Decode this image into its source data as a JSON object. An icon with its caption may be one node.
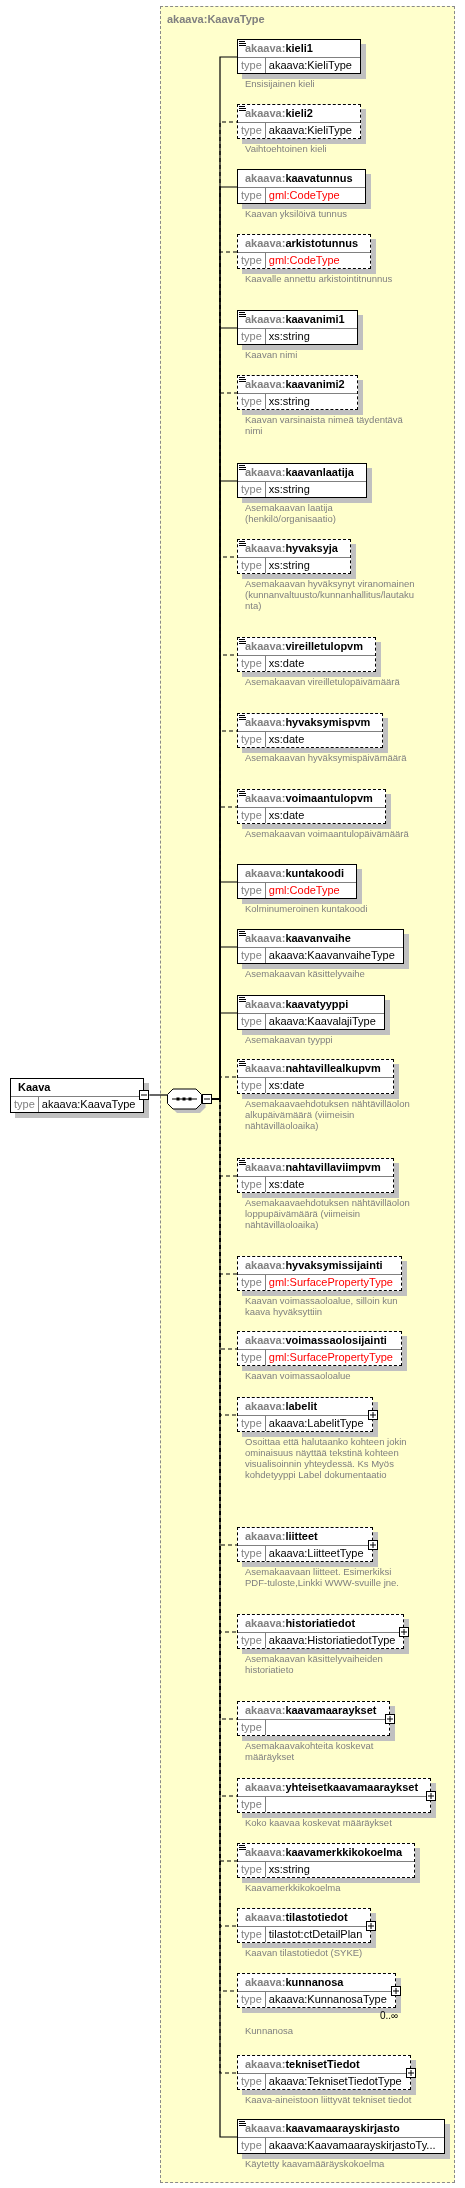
{
  "diagram": {
    "nodes": [
      {
        "text": [
          "Kaava",
          "type",
          "akaava:KaavaType"
        ]
      },
      {
        "text": [
          "akaava:KaavaType"
        ]
      },
      {
        "text": [],
        "shape": "octagon",
        "in": 1
      },
      {
        "text": [
          "akaava:kieli1",
          "type",
          "akaava:KieliType"
        ],
        "in": 1,
        "beside": [
          "Ensisijainen kieli"
        ]
      },
      {
        "text": [
          "akaava:kieli2",
          "type",
          "akaava:KieliType"
        ],
        "in": 1,
        "beside": [
          "Vaihtoehtoinen kieli"
        ]
      },
      {
        "text": [
          "akaava:kaavatunnus",
          "type",
          "gml:CodeType"
        ],
        "in": 1,
        "beside": [
          "Kaavan yksilöivä tunnus"
        ]
      },
      {
        "text": [
          "akaava:arkistotunnus",
          "type",
          "gml:CodeType"
        ],
        "in": 1,
        "beside": [
          "Kaavalle annettu arkistointitnunnus"
        ]
      },
      {
        "text": [
          "akaava:kaavanimi1",
          "type",
          "xs:string"
        ],
        "in": 1,
        "beside": [
          "Kaavan nimi"
        ]
      },
      {
        "text": [
          "akaava:kaavanimi2",
          "type",
          "xs:string"
        ],
        "in": 1,
        "beside": [
          "Kaavan varsinaista nimeä täydentävä nimi"
        ]
      },
      {
        "text": [
          "akaava:kaavanlaatija",
          "type",
          "xs:string"
        ],
        "in": 1,
        "beside": [
          "Asemakaavan laatija (henkilö/organisaatio)"
        ]
      },
      {
        "text": [
          "akaava:hyvaksyja",
          "type",
          "xs:string"
        ],
        "in": 1,
        "beside": [
          "Asemakaavan hyväksynyt viranomainen (kunnanvaltuusto/kunnanhallitus/lautakunta)"
        ]
      },
      {
        "text": [
          "akaava:vireilletulopvm",
          "type",
          "xs:date"
        ],
        "in": 1,
        "beside": [
          "Asemakaavan vireilletulopäivämäärä"
        ]
      },
      {
        "text": [
          "akaava:hyvaksymispvm",
          "type",
          "xs:date"
        ],
        "in": 1,
        "beside": [
          "Asemakaavan hyväksymispäivämäärä"
        ]
      },
      {
        "text": [
          "akaava:voimaantulopvm",
          "type",
          "xs:date"
        ],
        "in": 1,
        "beside": [
          "Asemakaavan voimaantulopäivämäärä"
        ]
      },
      {
        "text": [
          "akaava:kuntakoodi",
          "type",
          "gml:CodeType"
        ],
        "in": 1,
        "beside": [
          "Kolminumeroinen kuntakoodi"
        ]
      },
      {
        "text": [
          "akaava:kaavanvaihe",
          "type",
          "akaava:KaavanvaiheType"
        ],
        "in": 1,
        "beside": [
          "Asemakaavan käsittelyvaihe"
        ]
      },
      {
        "text": [
          "akaava:kaavatyyppi",
          "type",
          "akaava:KaavalajiType"
        ],
        "in": 1,
        "beside": [
          "Asemakaavan tyyppi"
        ]
      },
      {
        "text": [
          "akaava:nahtavillealkupvm",
          "type",
          "xs:date"
        ],
        "in": 1,
        "beside": [
          "Asemakaavaehdotuksen nähtävilläolon alkupäivämäärä (viimeisin nähtävilläoloaika)"
        ]
      },
      {
        "text": [
          "akaava:nahtavillaviimpvm",
          "type",
          "xs:date"
        ],
        "in": 1,
        "beside": [
          "Asemakaavaehdotuksen nähtävilläolon loppupäivämäärä (viimeisin nähtävilläoloaika)"
        ]
      },
      {
        "text": [
          "akaava:hyvaksymissijainti",
          "type",
          "gml:SurfacePropertyType"
        ],
        "in": 1,
        "beside": [
          "Kaavan voimassaoloalue, silloin kun kaava hyväksyttiin"
        ]
      },
      {
        "text": [
          "akaava:voimassaolosijainti",
          "type",
          "gml:SurfacePropertyType"
        ],
        "in": 1,
        "beside": [
          "Kaavan voimassaoloalue"
        ]
      },
      {
        "text": [
          "akaava:labelit",
          "type",
          "akaava:LabelitType"
        ],
        "in": 1,
        "beside": [
          "Osoittaa että halutaanko kohteen jokin ominaisuus näyttää tekstinä kohteen visualisoinnin yhteydessä. Ks Myös kohdetyyppi Label dokumentaatio"
        ]
      },
      {
        "text": [
          "akaava:liitteet",
          "type",
          "akaava:LiitteetType"
        ],
        "in": 1,
        "beside": [
          "Asemakaavaan liitteet. Esimerkiksi PDF-tuloste,Linkki WWW-svuille jne."
        ]
      },
      {
        "text": [
          "akaava:historiatiedot",
          "type",
          "akaava:HistoriatiedotType"
        ],
        "in": 1,
        "beside": [
          "Asemakaavan käsittelyvaiheiden historiatieto"
        ]
      },
      {
        "text": [
          "akaava:kaavamaaraykset",
          "type"
        ],
        "in": 1,
        "beside": [
          "Asemakaavakohteita koskevat määräykset"
        ]
      },
      {
        "text": [
          "akaava:yhteisetkaavamaaraykset",
          "type"
        ],
        "in": 1,
        "beside": [
          "Koko kaavaa koskevat määräykset"
        ]
      },
      {
        "text": [
          "akaava:kaavamerkkikokoelma",
          "type",
          "xs:string"
        ],
        "in": 1,
        "beside": [
          "Kaavamerkkikokoelma"
        ]
      },
      {
        "text": [
          "akaava:tilastotiedot",
          "type",
          "tilastot:ctDetailPlan"
        ],
        "in": 1,
        "beside": [
          "Kaavan tilastotiedot (SYKE)"
        ]
      },
      {
        "text": [
          "akaava:kunnanosa",
          "type",
          "akaava:KunnanosaType"
        ],
        "in": 1,
        "beside": [
          "0..∞",
          "Kunnanosa"
        ]
      },
      {
        "text": [
          "akaava:teknisetTiedot",
          "type",
          "akaava:TeknisetTiedotType"
        ],
        "in": 1,
        "beside": [
          "Kaava-aineistoon liittyvät tekniset tiedot"
        ]
      },
      {
        "text": [
          "akaava:kaavamaarayskirjasto",
          "type",
          "akaava:KaavamaarayskirjastoTy..."
        ],
        "in": 1,
        "beside": [
          "Käytetty kaavamääräyskokoelma"
        ]
      }
    ],
    "edges": [
      {
        "from": 0,
        "to": 2,
        "arrow": "none"
      },
      {
        "from": 2,
        "to": 3,
        "arrow": "none"
      },
      {
        "from": 2,
        "to": 4,
        "arrow": "none",
        "style": "dashed"
      },
      {
        "from": 2,
        "to": 5,
        "arrow": "none"
      },
      {
        "from": 2,
        "to": 6,
        "arrow": "none",
        "style": "dashed"
      },
      {
        "from": 2,
        "to": 7,
        "arrow": "none"
      },
      {
        "from": 2,
        "to": 8,
        "arrow": "none",
        "style": "dashed"
      },
      {
        "from": 2,
        "to": 9,
        "arrow": "none"
      },
      {
        "from": 2,
        "to": 10,
        "arrow": "none",
        "style": "dashed"
      },
      {
        "from": 2,
        "to": 11,
        "arrow": "none",
        "style": "dashed"
      },
      {
        "from": 2,
        "to": 12,
        "arrow": "none",
        "style": "dashed"
      },
      {
        "from": 2,
        "to": 13,
        "arrow": "none",
        "style": "dashed"
      },
      {
        "from": 2,
        "to": 14,
        "arrow": "none"
      },
      {
        "from": 2,
        "to": 15,
        "arrow": "none"
      },
      {
        "from": 2,
        "to": 16,
        "arrow": "none"
      },
      {
        "from": 2,
        "to": 17,
        "arrow": "none",
        "style": "dashed"
      },
      {
        "from": 2,
        "to": 18,
        "arrow": "none",
        "style": "dashed"
      },
      {
        "from": 2,
        "to": 19,
        "arrow": "none",
        "style": "dashed"
      },
      {
        "from": 2,
        "to": 20,
        "arrow": "none",
        "style": "dashed"
      },
      {
        "from": 2,
        "to": 21,
        "arrow": "none",
        "style": "dashed"
      },
      {
        "from": 2,
        "to": 22,
        "arrow": "none",
        "style": "dashed"
      },
      {
        "from": 2,
        "to": 23,
        "arrow": "none",
        "style": "dashed"
      },
      {
        "from": 2,
        "to": 24,
        "arrow": "none",
        "style": "dashed"
      },
      {
        "from": 2,
        "to": 25,
        "arrow": "none",
        "style": "dashed"
      },
      {
        "from": 2,
        "to": 26,
        "arrow": "none",
        "style": "dashed"
      },
      {
        "from": 2,
        "to": 27,
        "arrow": "none",
        "style": "dashed"
      },
      {
        "from": 2,
        "to": 28,
        "arrow": "none",
        "style": "dashed"
      },
      {
        "from": 2,
        "to": 29,
        "arrow": "none",
        "style": "dashed"
      },
      {
        "from": 2,
        "to": 30,
        "arrow": "none"
      }
    ]
  }
}
